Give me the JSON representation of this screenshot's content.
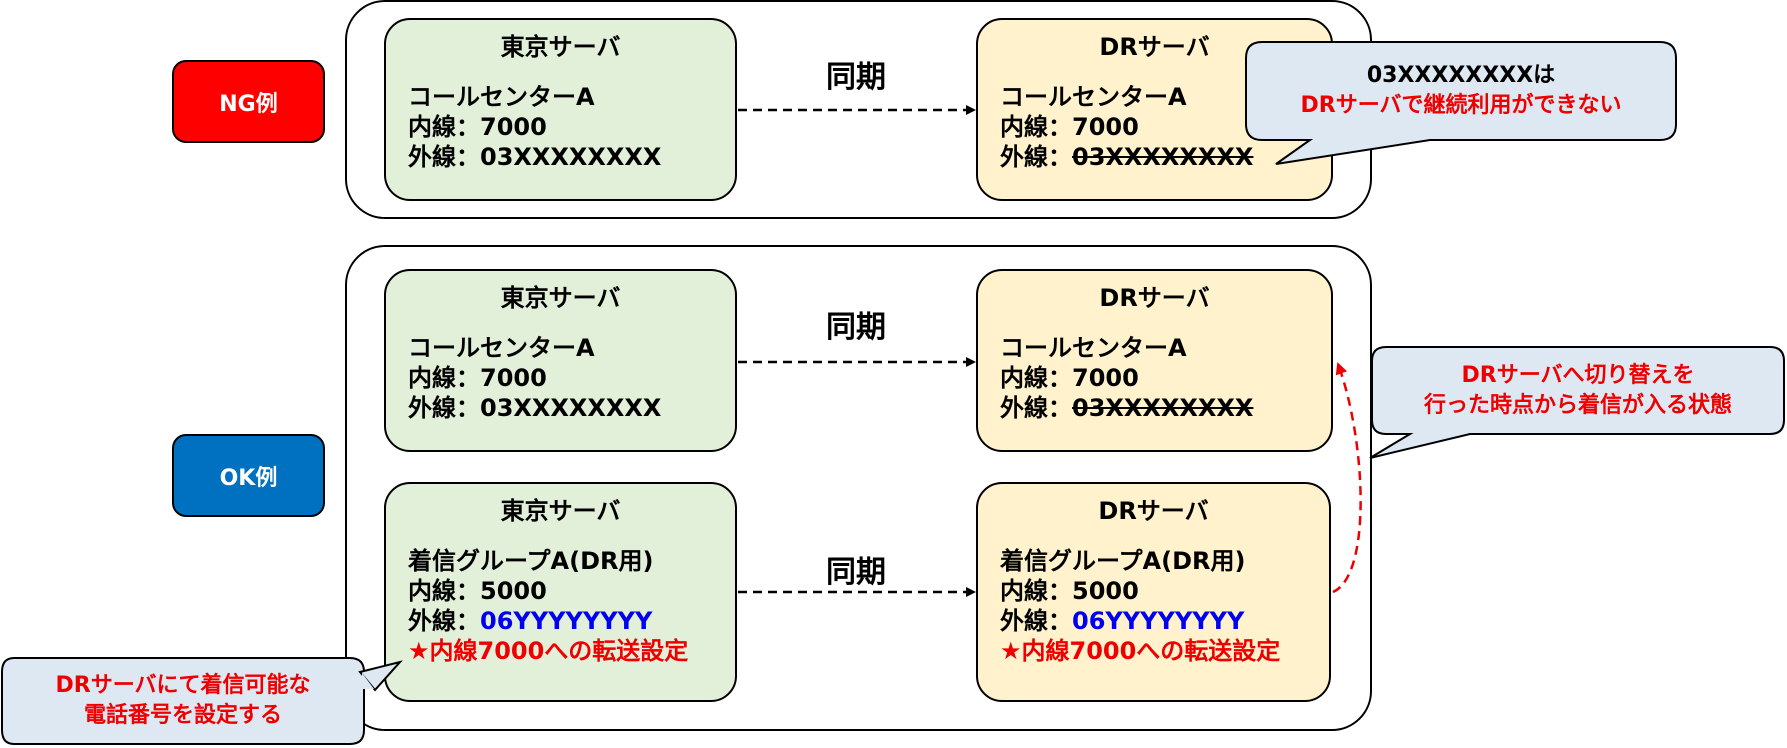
{
  "labels": {
    "ng": "NG例",
    "ok": "OK例"
  },
  "colors": {
    "ng_label": "#ff0000",
    "ok_label": "#0070c0",
    "tokyo_fill": "#e2efd9",
    "dr_fill": "#fff2cc",
    "callout_fill": "#dee8f2",
    "emphasis_red": "#ee0000",
    "emphasis_blue": "#0000ee"
  },
  "sync_label": "同期",
  "ng": {
    "tokyo": {
      "title": "東京サーバ",
      "name": "コールセンターA",
      "ext_prefix": "内線：",
      "ext": "7000",
      "out_prefix": "外線：",
      "out": "03XXXXXXXX"
    },
    "dr": {
      "title": "DRサーバ",
      "name": "コールセンターA",
      "ext_prefix": "内線：",
      "ext": "7000",
      "out_prefix": "外線：",
      "out": "03XXXXXXXX"
    },
    "callout": {
      "line1": "03XXXXXXXXは",
      "line2": "DRサーバで継続利用ができない"
    }
  },
  "ok": {
    "top_tokyo": {
      "title": "東京サーバ",
      "name": "コールセンターA",
      "ext_prefix": "内線：",
      "ext": "7000",
      "out_prefix": "外線：",
      "out": "03XXXXXXXX"
    },
    "top_dr": {
      "title": "DRサーバ",
      "name": "コールセンターA",
      "ext_prefix": "内線：",
      "ext": "7000",
      "out_prefix": "外線：",
      "out": "03XXXXXXXX"
    },
    "bottom_tokyo": {
      "title": "東京サーバ",
      "name": "着信グループA(DR用)",
      "ext_prefix": "内線：",
      "ext": "5000",
      "out_prefix": "外線：",
      "out": "06YYYYYYYY",
      "note": "★内線7000への転送設定"
    },
    "bottom_dr": {
      "title": "DRサーバ",
      "name": "着信グループA(DR用)",
      "ext_prefix": "内線：",
      "ext": "5000",
      "out_prefix": "外線：",
      "out": "06YYYYYYYY",
      "note": "★内線7000への転送設定"
    },
    "callout_right": {
      "line1": "DRサーバへ切り替えを",
      "line2": "行った時点から着信が入る状態"
    },
    "callout_left": {
      "line1": "DRサーバにて着信可能な",
      "line2": "電話番号を設定する"
    }
  }
}
